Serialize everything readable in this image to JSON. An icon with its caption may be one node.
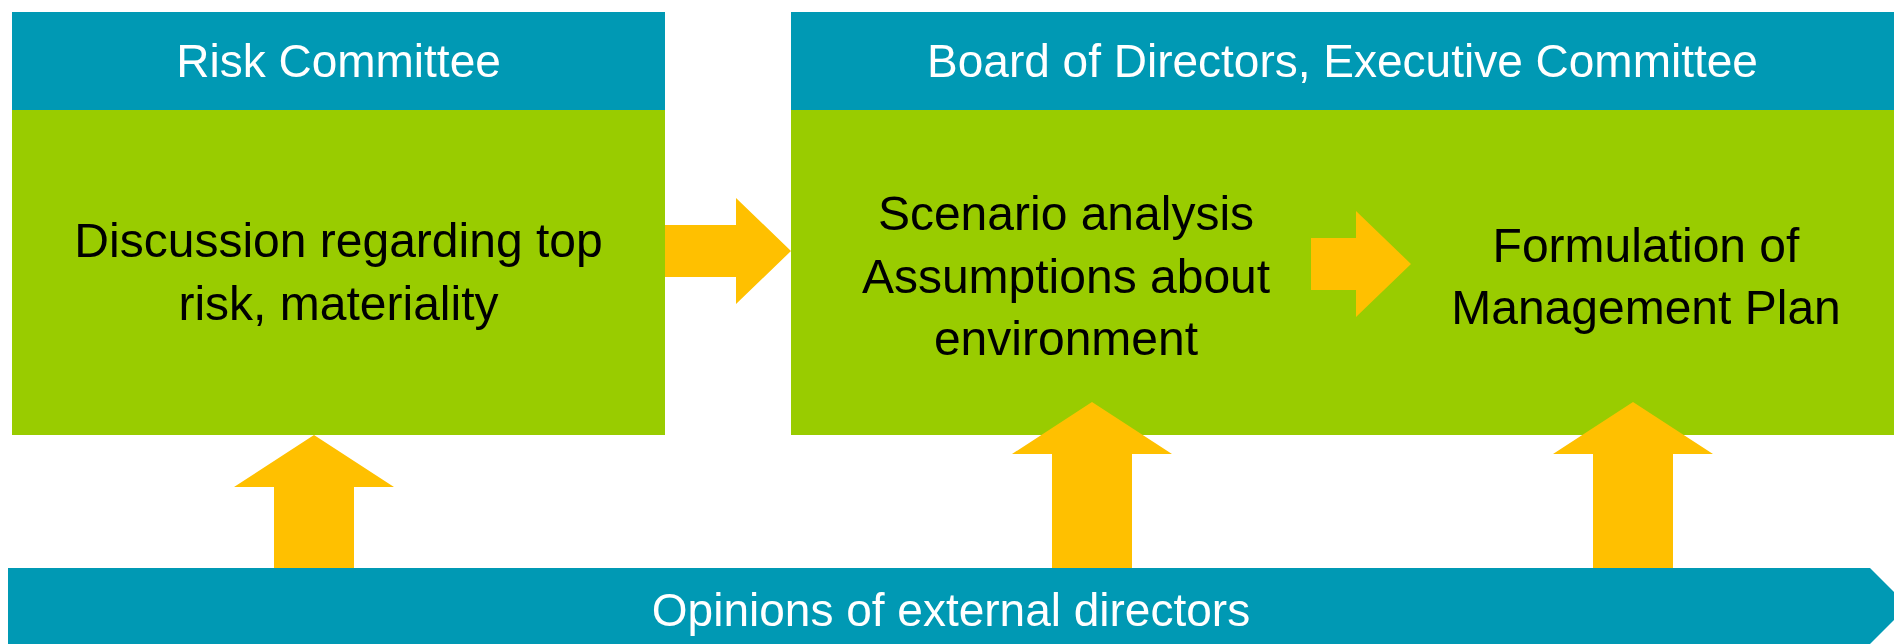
{
  "diagram": {
    "nodes": [
      {
        "text": [
          "Risk Committee",
          "Discussion regarding top risk, materiality"
        ]
      },
      {
        "text": [
          "Board of Directors, Executive Committee"
        ]
      },
      {
        "text": [
          "Scenario analysis Assumptions about environment"
        ],
        "in": 1
      },
      {
        "text": [
          "Formulation of Management Plan"
        ],
        "in": 1
      },
      {
        "text": [
          "Opinions of external directors"
        ]
      }
    ],
    "edges": [
      {
        "from": 0,
        "to": 1,
        "arrow": "to"
      },
      {
        "from": 2,
        "to": 3,
        "arrow": "to"
      },
      {
        "from": 4,
        "to": 0,
        "arrow": "to"
      },
      {
        "from": 4,
        "to": 2,
        "arrow": "to"
      },
      {
        "from": 4,
        "to": 3,
        "arrow": "to"
      }
    ]
  }
}
